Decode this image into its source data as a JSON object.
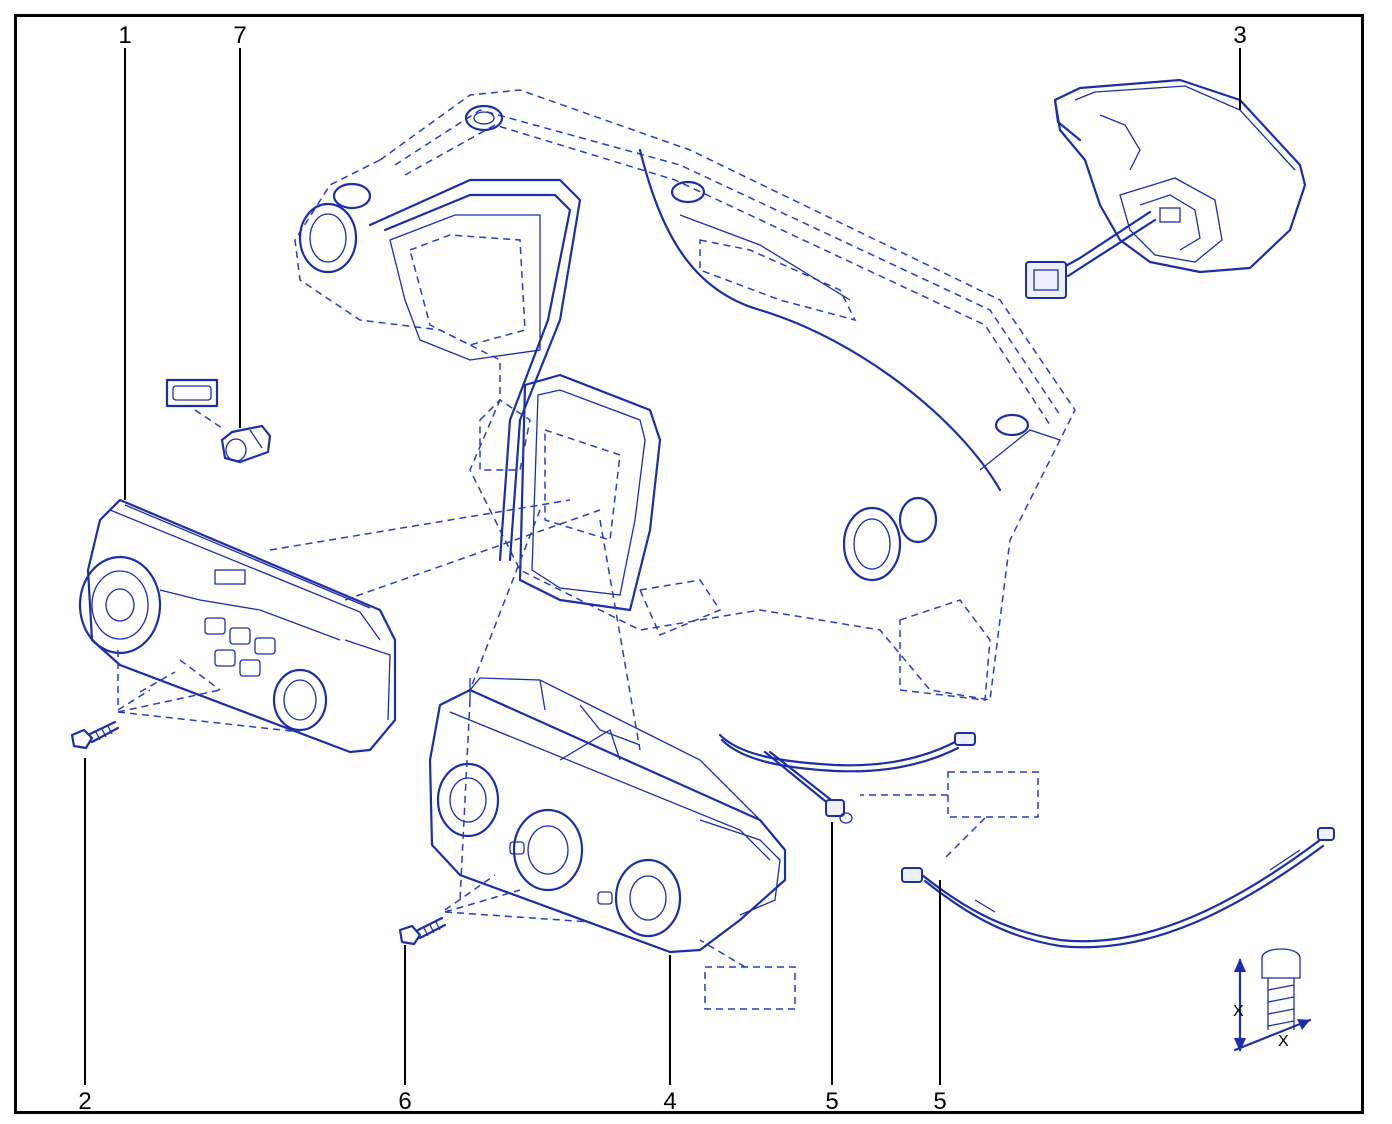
{
  "callouts": [
    {
      "id": "1",
      "label": "1"
    },
    {
      "id": "7",
      "label": "7"
    },
    {
      "id": "3",
      "label": "3"
    },
    {
      "id": "2",
      "label": "2"
    },
    {
      "id": "6",
      "label": "6"
    },
    {
      "id": "4",
      "label": "4"
    },
    {
      "id": "5a",
      "label": "5"
    },
    {
      "id": "5b",
      "label": "5"
    }
  ],
  "torque_symbol": {
    "x_label": "X"
  },
  "colors": {
    "line": "#1c2fa8",
    "frame": "#000000",
    "background": "#ffffff"
  }
}
